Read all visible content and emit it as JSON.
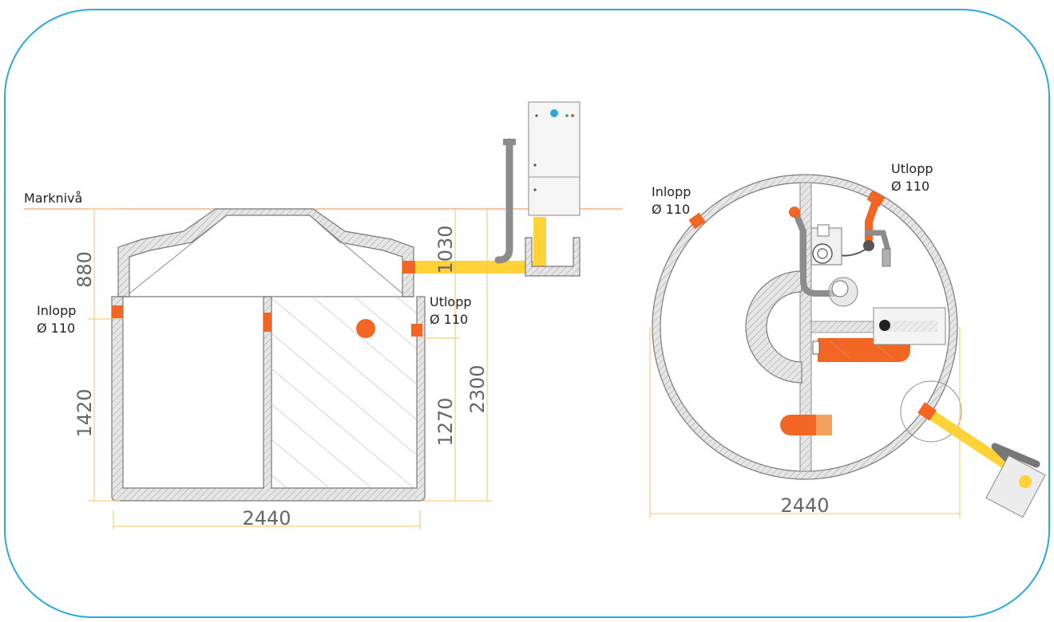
{
  "labels": {
    "ground_level": "Marknivå",
    "side_inlet": "Inlopp",
    "side_inlet_dim": "Ø 110",
    "side_outlet": "Utlopp",
    "side_outlet_dim": "Ø 110",
    "top_inlet": "Inlopp",
    "top_inlet_dim": "Ø 110",
    "top_outlet": "Utlopp",
    "top_outlet_dim": "Ø 110"
  },
  "dimensions": {
    "top_height": "880",
    "lower_height": "1420",
    "side_width": "2440",
    "pipe_depth": "1030",
    "outlet_height": "1270",
    "total_height": "2300",
    "top_width": "2440"
  },
  "colors": {
    "frame": "#29a8e0",
    "orange": "#f26522",
    "yellow": "#ffd338",
    "dim_line": "#f5c26b",
    "grey": "#8c8c8c"
  }
}
